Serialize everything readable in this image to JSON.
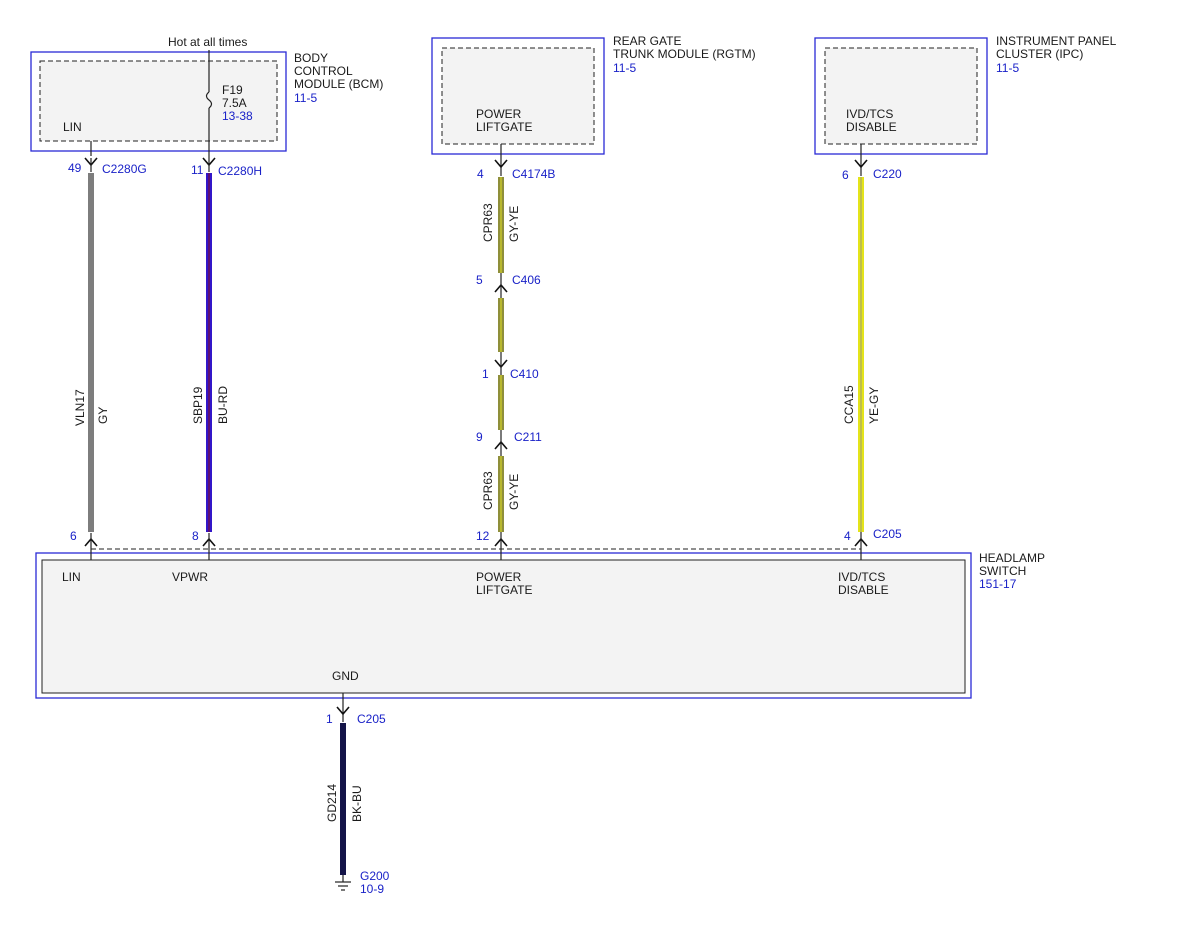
{
  "modules": {
    "bcm": {
      "name_lines": [
        "BODY",
        "CONTROL",
        "MODULE (BCM)"
      ],
      "ref": "11-5",
      "pin_label": "LIN"
    },
    "rgtm": {
      "name_lines": [
        "REAR GATE",
        "TRUNK MODULE (RGTM)"
      ],
      "ref": "11-5",
      "pin_label_lines": [
        "POWER",
        "LIFTGATE"
      ]
    },
    "ipc": {
      "name_lines": [
        "INSTRUMENT PANEL",
        "CLUSTER (IPC)"
      ],
      "ref": "11-5",
      "pin_label_lines": [
        "IVD/TCS",
        "DISABLE"
      ]
    },
    "headlamp": {
      "name_lines": [
        "HEADLAMP",
        "SWITCH"
      ],
      "ref": "151-17",
      "pins": {
        "lin": "LIN",
        "vpwr": "VPWR",
        "power_lines": [
          "POWER",
          "LIFTGATE"
        ],
        "ivd_lines": [
          "IVD/TCS",
          "DISABLE"
        ],
        "gnd": "GND"
      }
    }
  },
  "hot_label": "Hot at all times",
  "fuse": {
    "name": "F19",
    "rating": "7.5A",
    "ref": "13-38"
  },
  "colors": {
    "gy": "#7d7d7d",
    "bu_rd": "#3216c8",
    "gy_ye": "#8f8f3a",
    "ye_gy": "#e4e41a",
    "bk_bu": "#141448",
    "accent": "#1a22c8"
  },
  "wires": {
    "lin": {
      "circuit": "VLN17",
      "color": "GY",
      "top_pin": "49",
      "top_conn": "C2280G",
      "bottom_pin": "6"
    },
    "vpwr": {
      "circuit": "SBP19",
      "color": "BU-RD",
      "top_pin": "11",
      "top_conn": "C2280H",
      "bottom_pin": "8"
    },
    "power": {
      "seg1": {
        "pin": "4",
        "conn": "C4174B",
        "circuit": "CPR63",
        "color": "GY-YE"
      },
      "inline1": {
        "pin": "5",
        "conn": "C406"
      },
      "inline2": {
        "pin": "1",
        "conn": "C410"
      },
      "inline3": {
        "pin": "9",
        "conn": "C211"
      },
      "seg3": {
        "circuit": "CPR63",
        "color": "GY-YE"
      },
      "bottom_pin": "12"
    },
    "ivd": {
      "circuit": "CCA15",
      "color": "YE-GY",
      "top_pin": "6",
      "top_conn": "C220",
      "bottom_pin": "4",
      "bottom_conn": "C205"
    },
    "gnd": {
      "circuit": "GD214",
      "color": "BK-BU",
      "pin": "1",
      "conn": "C205",
      "ground": "G200",
      "ground_ref": "10-9"
    }
  }
}
